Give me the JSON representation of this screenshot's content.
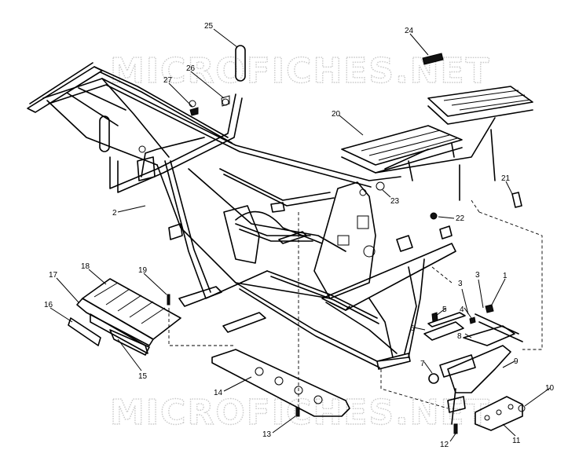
{
  "watermark": {
    "text": "MICROFICHES.NET"
  },
  "callouts": [
    "1",
    "2",
    "3",
    "3",
    "4",
    "5",
    "6",
    "7",
    "8",
    "9",
    "10",
    "11",
    "12",
    "13",
    "14",
    "15",
    "16",
    "17",
    "18",
    "19",
    "20",
    "21",
    "22",
    "23",
    "24",
    "25",
    "26",
    "27"
  ]
}
